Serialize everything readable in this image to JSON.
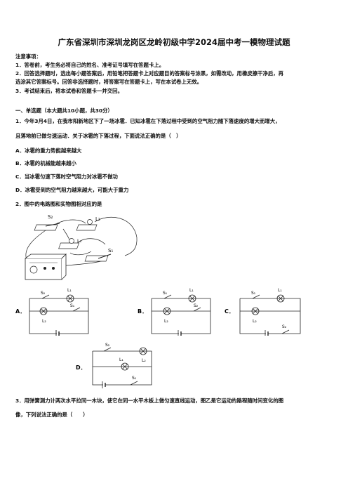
{
  "title": "广东省深圳市深圳龙岗区龙岭初级中学2024届中考一模物理试题",
  "notice": {
    "heading": "注意事项：",
    "items": [
      "1．答卷前，考生务必将自己的姓名、准考证号填写在答题卡上。",
      "2．回答选择题时，选出每小题答案后，用铅笔把答题卡上对应题目的答案标号涂黑，如需改动，用橡皮擦干净后，再",
      "选涂其它答案标号。回答非选择题时，将答案写在答题卡上，写在本试卷上无效。",
      "3．考试结束后，将本试卷和答题卡一并交回。"
    ]
  },
  "section1": "一、单选题（本大题共10小题，共30分）",
  "q1": {
    "stem_1": "1．今年3月4日，在我市阳新地区下了一场冰雹．已知冰雹在下落过程中受到的空气阻力随下落速度的增大而增大，",
    "stem_2": "且落地前已做匀速运动．关于冰雹的下落过程，下面说法正确的是（　）",
    "options": [
      "A．冰雹的重力势能越来越大",
      "B．冰雹的机械能越来越小",
      "C．当冰雹匀速下落时空气阻力对冰雹不做功",
      "D．冰雹受到的空气阻力越来越大，可能大于重力"
    ]
  },
  "q2": {
    "stem": "2．图中的电路图和实物图相对应的是",
    "labels": {
      "s1": "S₁",
      "s2": "S₂",
      "l1": "L₁",
      "l2": "L₂",
      "optA": "A．",
      "optB": "B．",
      "optC": "C．",
      "optD": "D．"
    }
  },
  "q3": {
    "stem_1": "3．用弹簧测力计两次水平拉同一木块，使它在同一水平木板上做匀速直线运动，图乙是它运动的路程随时间变化的图",
    "stem_2": "像，下列说法正确的是（　　）"
  }
}
